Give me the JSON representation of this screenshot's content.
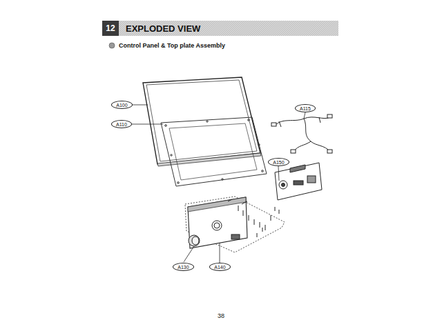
{
  "diagram": {
    "title": "EXPLODED VIEW",
    "nodes": [
      {
        "text": [
          "12"
        ]
      },
      {
        "text": [
          "A100"
        ]
      },
      {
        "text": [
          "A110"
        ]
      },
      {
        "text": [
          "A115"
        ]
      },
      {
        "text": [
          "A150"
        ]
      },
      {
        "text": [
          "A130"
        ]
      },
      {
        "text": [
          "A140"
        ]
      }
    ],
    "labels": [
      "Control Panel & Top plate Assembly",
      "38"
    ]
  }
}
